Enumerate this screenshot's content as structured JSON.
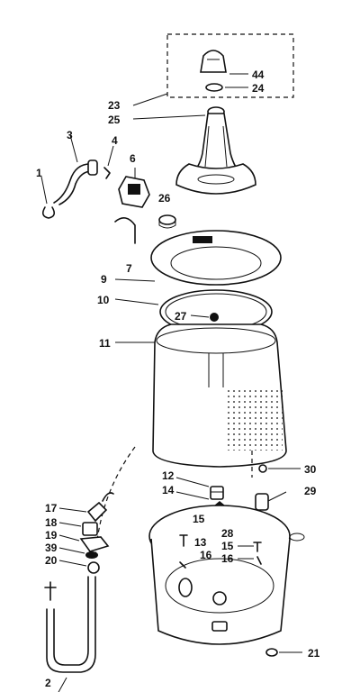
{
  "labels": {
    "l1": "1",
    "l2": "2",
    "l3": "3",
    "l4": "4",
    "l6": "6",
    "l7": "7",
    "l9": "9",
    "l10": "10",
    "l11": "11",
    "l12": "12",
    "l13": "13",
    "l14": "14",
    "l15a": "15",
    "l15b": "15",
    "l16a": "16",
    "l16b": "16",
    "l17": "17",
    "l18": "18",
    "l19": "19",
    "l20": "20",
    "l21": "21",
    "l23": "23",
    "l24": "24",
    "l25": "25",
    "l26": "26",
    "l27": "27",
    "l28": "28",
    "l29": "29",
    "l30": "30",
    "l39": "39",
    "l44": "44"
  }
}
